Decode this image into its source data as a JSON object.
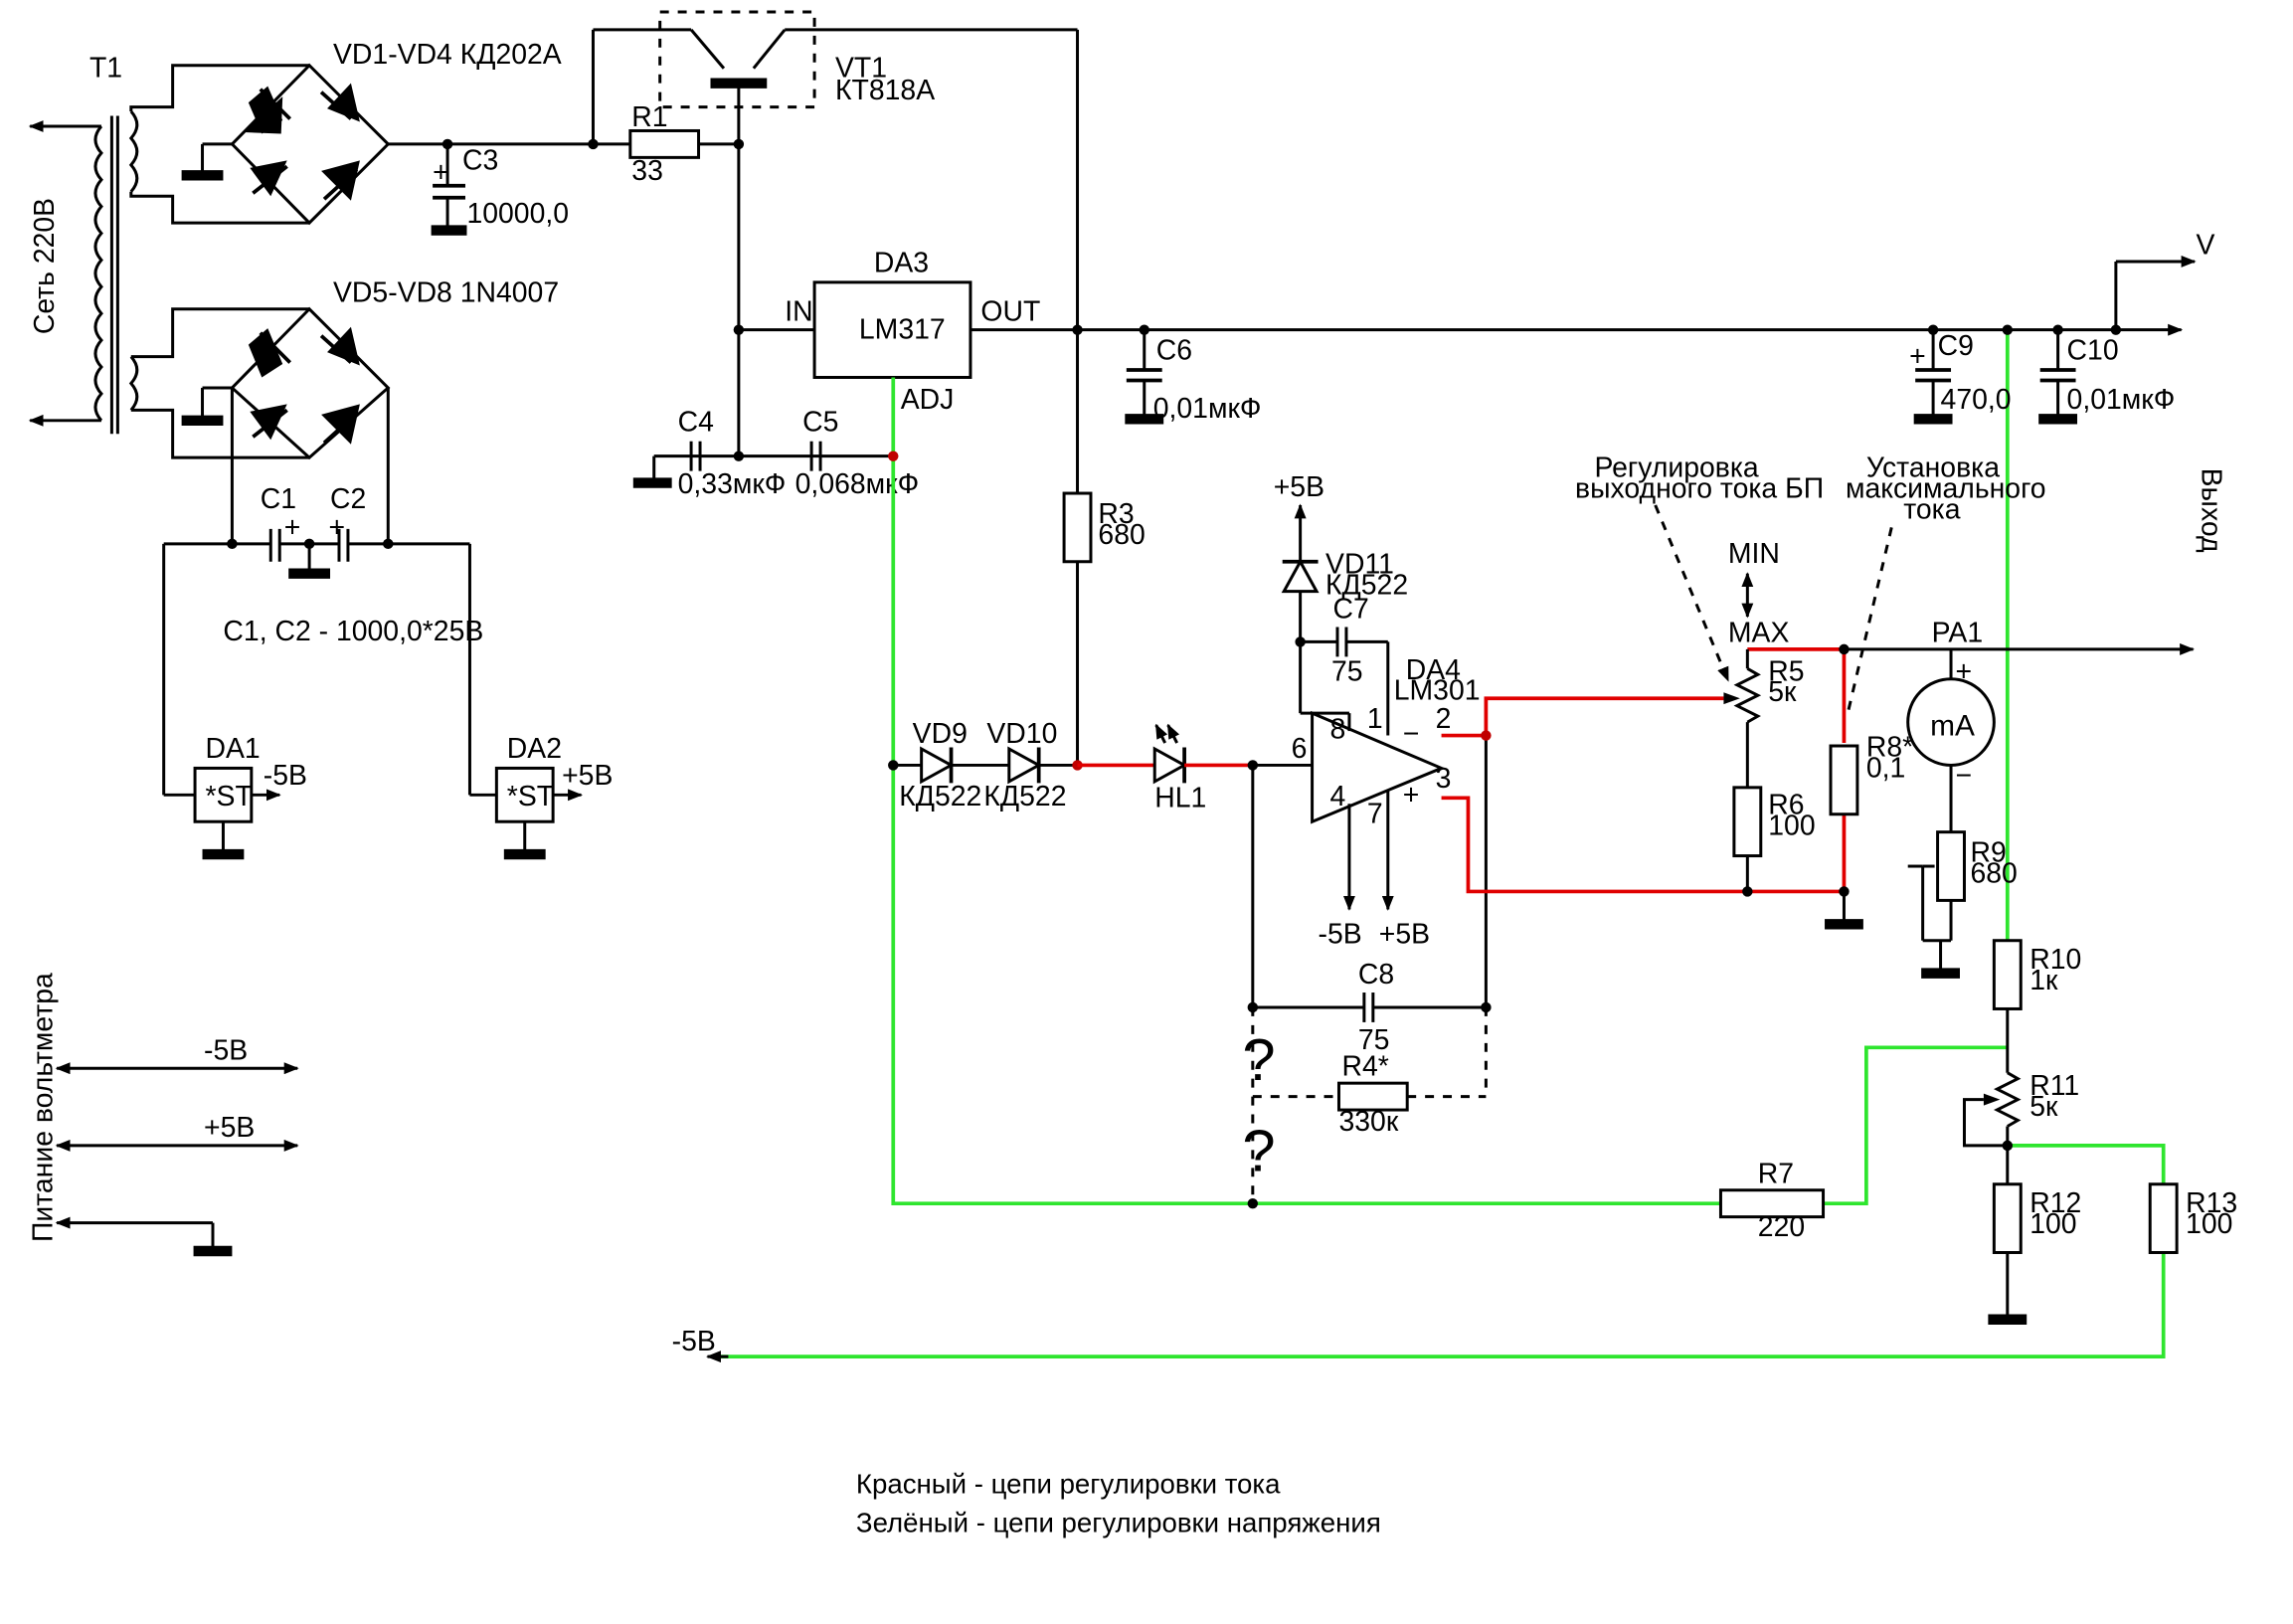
{
  "labels": {
    "t1": "T1",
    "mains": "Сеть 220В",
    "vd1_4": "VD1-VD4 КД202А",
    "vd5_8": "VD5-VD8  1N4007",
    "c1": "C1",
    "c2": "C2",
    "c1c2_note": "C1, C2 - 1000,0*25В",
    "da1": "DA1",
    "da1_body": "*ST",
    "da1_out": "-5В",
    "da2": "DA2",
    "da2_body": "*ST",
    "da2_out": "+5В",
    "c3": "C3",
    "c3_val": "10000,0",
    "r1": "R1",
    "r1_val": "33",
    "vt1": "VT1",
    "vt1_type": "КТ818А",
    "da3": "DA3",
    "da3_body": "LM317",
    "da3_in": "IN",
    "da3_out": "OUT",
    "da3_adj": "ADJ",
    "c4": "C4",
    "c4_val": "0,33мкФ",
    "c5": "C5",
    "c5_val": "0,068мкФ",
    "c6": "C6",
    "c6_val": "0,01мкФ",
    "r3": "R3",
    "r3_val": "680",
    "vd9": "VD9",
    "vd9_type": "КД522",
    "vd10": "VD10",
    "vd10_type": "КД522",
    "hl1": "HL1",
    "plus5_top": "+5В",
    "vd11": "VD11",
    "vd11_type": "КД522",
    "c7": "C7",
    "c7_val": "75",
    "da4": "DA4",
    "da4_type": "LM301",
    "pin1": "1",
    "pin2": "2",
    "pin3": "3",
    "pin4": "4",
    "pin6": "6",
    "pin7": "7",
    "pin8": "8",
    "minus": "−",
    "plus": "+",
    "sup_minus5": "-5В",
    "sup_plus5": "+5В",
    "c8": "C8",
    "c8_val": "75",
    "q1": "?",
    "q2": "?",
    "r4": "R4*",
    "r4_val": "330к",
    "r7": "R7",
    "r7_val": "220",
    "minus5_bottom": "-5В",
    "note_current": "Регулировка выходного тока БП",
    "note_current_l1": "Регулировка",
    "note_current_l2": "выходного тока БП",
    "note_max_l1": "Установка",
    "note_max_l2": "максимального",
    "note_max_l3": "тока",
    "min": "MIN",
    "max": "MAX",
    "r5": "R5",
    "r5_val": "5к",
    "r6": "R6",
    "r6_val": "100",
    "r8": "R8*",
    "r8_val": "0,1",
    "pa1": "PA1",
    "ma": "mA",
    "r9": "R9",
    "r9_val": "680",
    "r10": "R10",
    "r10_val": "1к",
    "r11": "R11",
    "r11_val": "5к",
    "r12": "R12",
    "r12_val": "100",
    "r13": "R13",
    "r13_val": "100",
    "c9": "C9",
    "c9_val": "470,0",
    "c10": "C10",
    "c10_val": "0,01мкФ",
    "v_out": "V",
    "output": "Выход",
    "vm_power": "Питание вольтметра",
    "vm_minus5": "-5В",
    "vm_plus5": "+5В"
  },
  "legend": {
    "red": "Красный - цепи регулировки тока",
    "green": "Зелёный - цепи регулировки напряжения"
  },
  "colors": {
    "wire": "#000000",
    "current_circuit": "#e00000",
    "voltage_circuit": "#2ee52e"
  }
}
